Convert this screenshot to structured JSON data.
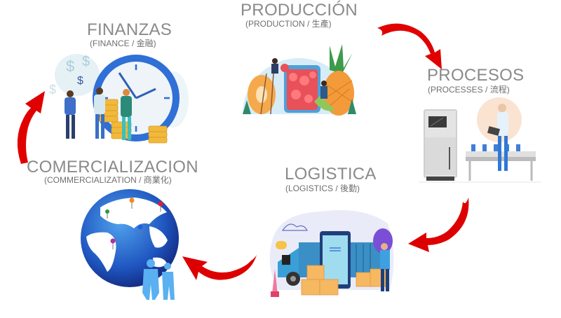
{
  "diagram": {
    "type": "process-cycle",
    "stages": [
      {
        "id": "production",
        "title": "PRODUCCIÓN",
        "subtitle": "(PRODUCTION / 生產)",
        "illustration": "fruit-production-illustration"
      },
      {
        "id": "processes",
        "title": "PROCESOS",
        "subtitle": "(PROCESSES / 流程)",
        "illustration": "factory-processing-illustration"
      },
      {
        "id": "logistics",
        "title": "LOGISTICA",
        "subtitle": "(LOGISTICS / 後勤)",
        "illustration": "delivery-truck-illustration"
      },
      {
        "id": "commercialization",
        "title": "COMERCIALIZACION",
        "subtitle": "(COMMERCIALIZATION / 商業化)",
        "illustration": "globe-business-illustration"
      },
      {
        "id": "finance",
        "title": "FINANZAS",
        "subtitle": "(FINANCE / 金融)",
        "illustration": "clock-money-illustration"
      }
    ],
    "flow": [
      {
        "from": "production",
        "to": "processes"
      },
      {
        "from": "processes",
        "to": "logistics"
      },
      {
        "from": "logistics",
        "to": "commercialization"
      },
      {
        "from": "commercialization",
        "to": "finance"
      },
      {
        "from": "finance",
        "to": "production"
      }
    ],
    "colors": {
      "title": "#8a8a8a",
      "subtitle": "#6f6f6f",
      "arrow": "#e00000",
      "arrow_dark": "#b00000"
    }
  }
}
